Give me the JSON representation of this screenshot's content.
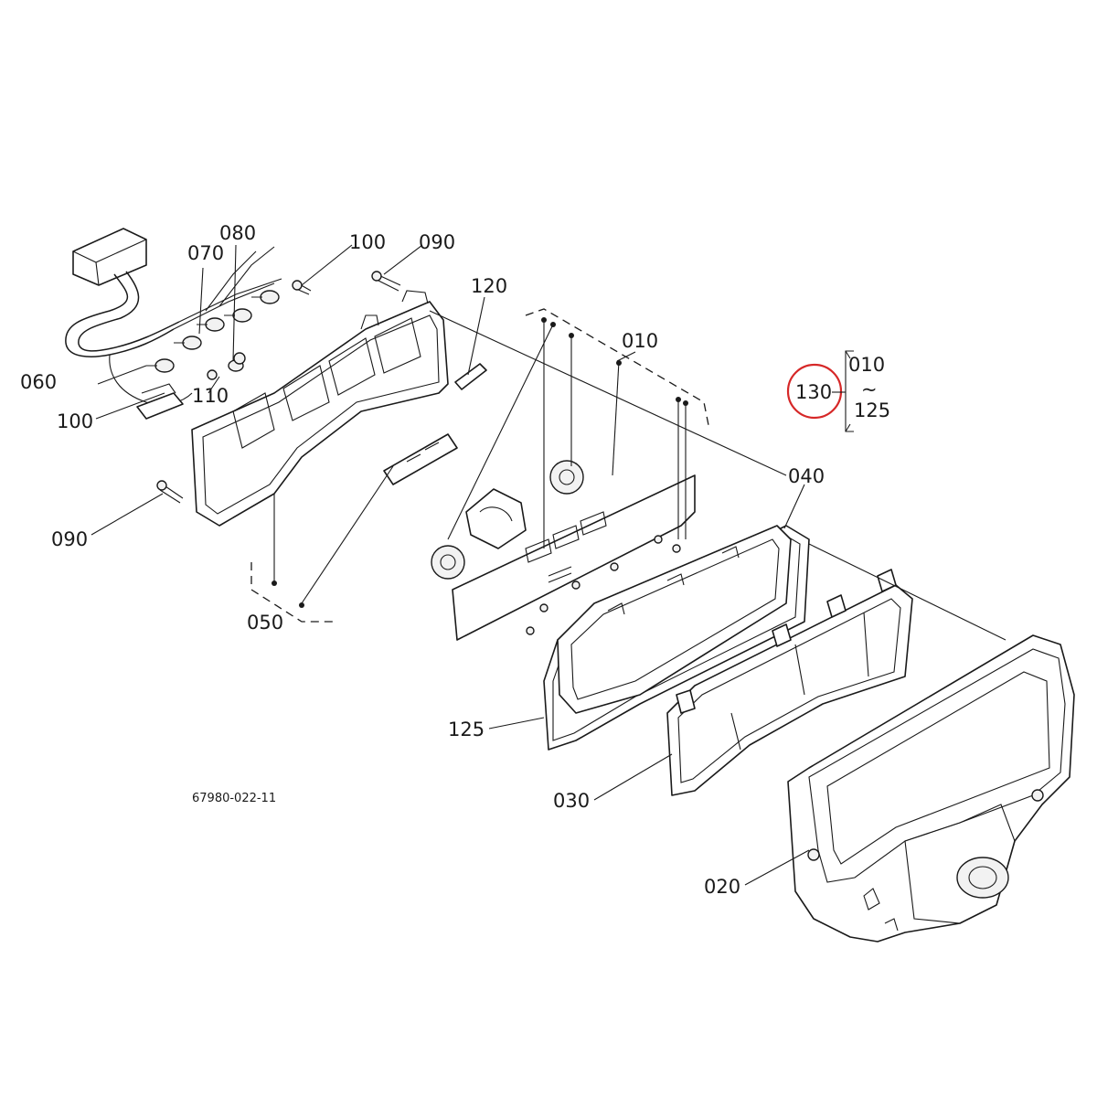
{
  "drawing_code": "67980-022-11",
  "highlight_color": "#d62828",
  "assembly": {
    "label": "130",
    "range_start": "010",
    "range_tilde": "~",
    "range_end": "125"
  },
  "callouts": {
    "c010": "010",
    "c020": "020",
    "c030": "030",
    "c040": "040",
    "c050": "050",
    "c060": "060",
    "c070": "070",
    "c080": "080",
    "c090a": "090",
    "c090b": "090",
    "c100a": "100",
    "c100b": "100",
    "c110": "110",
    "c120": "120",
    "c125": "125"
  }
}
